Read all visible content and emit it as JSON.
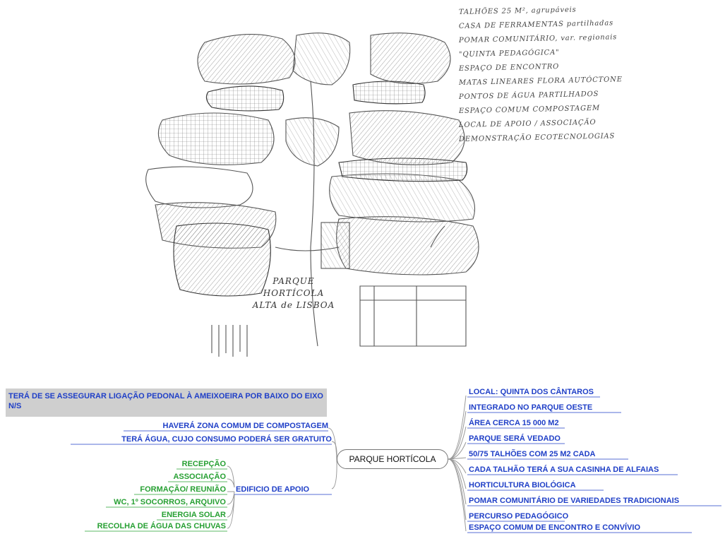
{
  "sketch": {
    "notes": [
      "TALHÕES 25 M², agrupáveis",
      "CASA DE FERRAMENTAS partilhadas",
      "POMAR COMUNITÁRIO, var. regionais",
      "\"QUINTA PEDAGÓGICA\"",
      "ESPAÇO DE ENCONTRO",
      "MATAS LINEARES FLORA AUTÓCTONE",
      "PONTOS DE ÁGUA PARTILHADOS",
      "ESPAÇO COMUM COMPOSTAGEM",
      "LOCAL DE APOIO / ASSOCIAÇÃO",
      "DEMONSTRAÇÃO ECOTECNOLOGIAS"
    ],
    "sign_line1": "PARQUE HORTÍCOLA",
    "sign_line2": "ALTA de LISBOA"
  },
  "mindmap": {
    "center": "PARQUE HORTÍCOLA",
    "note": "TERÁ DE SE ASSEGURAR LIGAÇÃO PEDONAL À AMEIXOEIRA POR BAIXO DO EIXO N/S",
    "left": [
      "HAVERÁ ZONA COMUM DE COMPOSTAGEM",
      "TERÁ ÁGUA, CUJO CONSUMO PODERÁ SER GRATUITO"
    ],
    "support": {
      "label": "EDIFICIO DE APOIO",
      "children": [
        "RECEPÇÃO",
        "ASSOCIAÇÃO",
        "FORMAÇÃO/ REUNIÃO",
        "WC, 1º SOCORROS, ARQUIVO",
        "ENERGIA SOLAR",
        "RECOLHA DE ÁGUA DAS CHUVAS"
      ]
    },
    "right": [
      "LOCAL: QUINTA DOS CÂNTAROS",
      "INTEGRADO NO PARQUE OESTE",
      "ÁREA CERCA 15 000 M2",
      "PARQUE SERÁ VEDADO",
      "50/75 TALHÕES COM 25 M2 CADA",
      "CADA TALHÃO TERÁ A SUA CASINHA DE ALFAIAS",
      "HORTICULTURA BIOLÓGICA",
      "POMAR COMUNITÁRIO DE VARIEDADES TRADICIONAIS",
      "PERCURSO PEDAGÓGICO",
      "ESPAÇO COMUM DE ENCONTRO E CONVÍVIO"
    ],
    "colors": {
      "blue": "#1f3fc7",
      "green": "#27a033",
      "note_bg": "#cfcfcf"
    }
  }
}
